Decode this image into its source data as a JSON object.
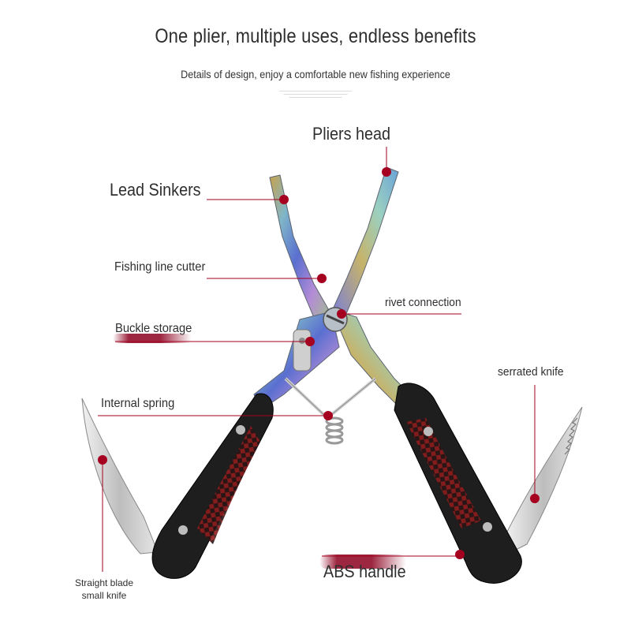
{
  "header": {
    "title": "One plier, multiple uses, endless benefits",
    "subtitle": "Details of design, enjoy a comfortable new fishing experience"
  },
  "colors": {
    "accent": "#a5001f",
    "handle": "#1e1e1e",
    "handle_pattern": "#8e1c1c",
    "blade": "#d9d9d9"
  },
  "labels": {
    "pliers_head": "Pliers head",
    "lead_sinkers": "Lead Sinkers",
    "fishing_line_cutter": "Fishing line cutter",
    "rivet_connection": "rivet connection",
    "buckle_storage": "Buckle storage",
    "serrated_knife": "serrated knife",
    "internal_spring": "Internal spring",
    "straight_blade": "Straight blade small knife",
    "abs_handle": "ABS handle"
  }
}
